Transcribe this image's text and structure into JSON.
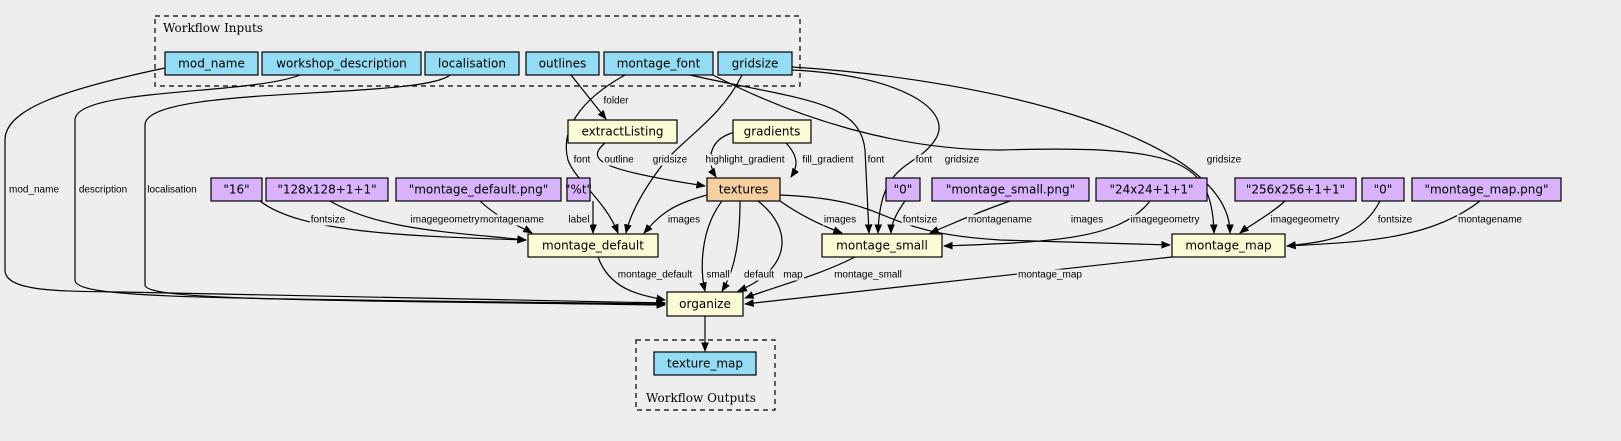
{
  "colors": {
    "background": "#eeeeee",
    "input": "#94dcf4",
    "literal": "#d8b2fa",
    "step": "#fafad4",
    "highlight": "#f5cf9e",
    "output": "#94dcf4"
  },
  "clusters": {
    "inputs": "Workflow Inputs",
    "outputs": "Workflow Outputs"
  },
  "nodes": {
    "mod_name": "mod_name",
    "workshop_description": "workshop_description",
    "localisation": "localisation",
    "outlines": "outlines",
    "montage_font": "montage_font",
    "gridsize": "gridsize",
    "extractListing": "extractListing",
    "gradients": "gradients",
    "textures": "textures",
    "lit_16": "\"16\"",
    "lit_128": "\"128x128+1+1\"",
    "lit_mdpng": "\"montage_default.png\"",
    "lit_t": "\"%t\"",
    "lit_0a": "\"0\"",
    "lit_mspng": "\"montage_small.png\"",
    "lit_24": "\"24x24+1+1\"",
    "lit_256": "\"256x256+1+1\"",
    "lit_0b": "\"0\"",
    "lit_mmpng": "\"montage_map.png\"",
    "montage_default": "montage_default",
    "montage_small": "montage_small",
    "montage_map": "montage_map",
    "organize": "organize",
    "texture_map": "texture_map"
  },
  "edges": [
    {
      "from": "mod_name",
      "to": "organize",
      "label": "mod_name"
    },
    {
      "from": "workshop_description",
      "to": "organize",
      "label": "description"
    },
    {
      "from": "localisation",
      "to": "organize",
      "label": "localisation"
    },
    {
      "from": "outlines",
      "to": "extractListing",
      "label": "folder"
    },
    {
      "from": "extractListing",
      "to": "textures",
      "label": "outline"
    },
    {
      "from": "montage_font",
      "to": "montage_default",
      "label": "font"
    },
    {
      "from": "gridsize",
      "to": "montage_default",
      "label": "gridsize"
    },
    {
      "from": "gradients",
      "to": "textures",
      "label": "highlight_gradient"
    },
    {
      "from": "gradients",
      "to": "textures",
      "label": "fill_gradient"
    },
    {
      "from": "montage_font",
      "to": "montage_small",
      "label": "font"
    },
    {
      "from": "montage_font",
      "to": "montage_map",
      "label": "font"
    },
    {
      "from": "gridsize",
      "to": "montage_small",
      "label": "gridsize"
    },
    {
      "from": "gridsize",
      "to": "montage_map",
      "label": "gridsize"
    },
    {
      "from": "textures",
      "to": "montage_default",
      "label": "images"
    },
    {
      "from": "lit_16",
      "to": "montage_default",
      "label": "fontsize"
    },
    {
      "from": "lit_128",
      "to": "montage_default",
      "label": "imagegeometry"
    },
    {
      "from": "lit_mdpng",
      "to": "montage_default",
      "label": "montagename"
    },
    {
      "from": "lit_t",
      "to": "montage_default",
      "label": "label"
    },
    {
      "from": "textures",
      "to": "organize",
      "label": "small"
    },
    {
      "from": "textures",
      "to": "organize",
      "label": "default"
    },
    {
      "from": "textures",
      "to": "organize",
      "label": "map"
    },
    {
      "from": "textures",
      "to": "montage_small",
      "label": "images"
    },
    {
      "from": "textures",
      "to": "montage_map",
      "label": "images"
    },
    {
      "from": "lit_0a",
      "to": "montage_small",
      "label": "fontsize"
    },
    {
      "from": "lit_mspng",
      "to": "montage_small",
      "label": "montagename"
    },
    {
      "from": "lit_24",
      "to": "montage_small",
      "label": "imagegeometry"
    },
    {
      "from": "lit_256",
      "to": "montage_map",
      "label": "imagegeometry"
    },
    {
      "from": "lit_0b",
      "to": "montage_map",
      "label": "fontsize"
    },
    {
      "from": "lit_mmpng",
      "to": "montage_map",
      "label": "montagename"
    },
    {
      "from": "montage_default",
      "to": "organize",
      "label": "montage_default"
    },
    {
      "from": "montage_small",
      "to": "organize",
      "label": "montage_small"
    },
    {
      "from": "montage_map",
      "to": "organize",
      "label": "montage_map"
    },
    {
      "from": "organize",
      "to": "texture_map",
      "label": ""
    }
  ]
}
